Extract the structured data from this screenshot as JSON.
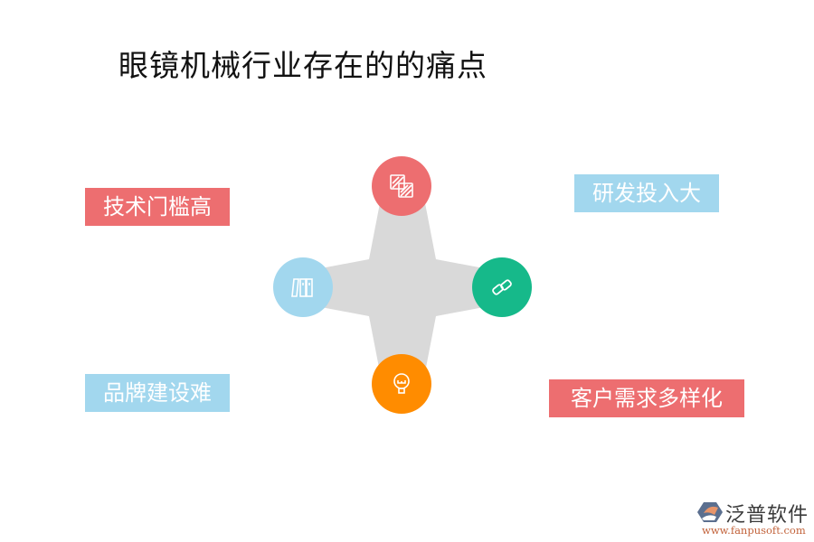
{
  "title": "眼镜机械行业存在的的痛点",
  "colors": {
    "red": "#ED6E70",
    "blue": "#A2D7EE",
    "green": "#16B98A",
    "orange": "#FF8C00",
    "star_gray": "#D9D9D9"
  },
  "labels": {
    "top_left": "技术门槛高",
    "top_right": "研发投入大",
    "bottom_left": "品牌建设难",
    "bottom_right": "客户需求多样化"
  },
  "nodes": {
    "top": {
      "icon": "layers-stripes-icon",
      "color": "#ED6E70"
    },
    "left": {
      "icon": "books-icon",
      "color": "#A2D7EE"
    },
    "right": {
      "icon": "link-icon",
      "color": "#16B98A"
    },
    "bottom": {
      "icon": "lightbulb-icon",
      "color": "#FF8C00"
    }
  },
  "logo": {
    "name": "泛普软件",
    "url": "www.fanpusoft.com"
  }
}
